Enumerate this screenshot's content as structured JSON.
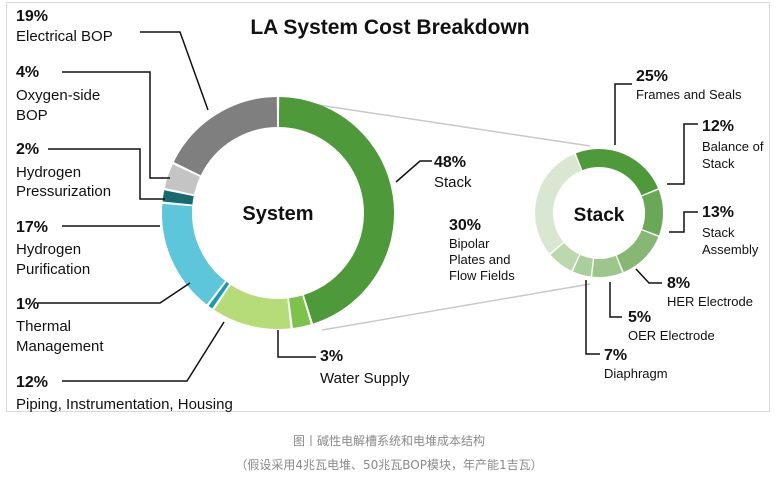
{
  "title": "LA System Cost Breakdown",
  "caption_line1": "图丨碱性电解槽系统和电堆成本结构",
  "caption_line2": "（假设采用4兆瓦电堆、50兆瓦BOP模块，年产能1吉瓦）",
  "chart_data": [
    {
      "type": "pie",
      "center_label": "System",
      "slices": [
        {
          "label": "Stack",
          "pct_text": "48%",
          "value": 48,
          "color": "#4e9a3a"
        },
        {
          "label": "Water Supply",
          "pct_text": "3%",
          "value": 3,
          "color": "#7dc24a"
        },
        {
          "label": "Piping, Instrumentation, Housing",
          "pct_text": "12%",
          "value": 12,
          "color": "#b5dc78"
        },
        {
          "label": "Thermal Management",
          "pct_text": "1%",
          "value": 1,
          "color": "#1a9ab0"
        },
        {
          "label": "Hydrogen Purification",
          "pct_text": "17%",
          "value": 17,
          "color": "#5ec6da"
        },
        {
          "label": "Hydrogen Pressurization",
          "pct_text": "2%",
          "value": 2,
          "color": "#176a70"
        },
        {
          "label": "Oxygen-side BOP",
          "pct_text": "4%",
          "value": 4,
          "color": "#c4c4c4"
        },
        {
          "label": "Electrical BOP",
          "pct_text": "19%",
          "value": 19,
          "color": "#7f7f7f"
        }
      ]
    },
    {
      "type": "pie",
      "center_label": "Stack",
      "slices": [
        {
          "label": "Frames and Seals",
          "pct_text": "25%",
          "value": 25,
          "color": "#4e9a3a"
        },
        {
          "label": "Balance of Stack",
          "pct_text": "12%",
          "value": 12,
          "color": "#6aa756"
        },
        {
          "label": "Stack Assembly",
          "pct_text": "13%",
          "value": 13,
          "color": "#86b874"
        },
        {
          "label": "HER Electrode",
          "pct_text": "8%",
          "value": 8,
          "color": "#9cc68c"
        },
        {
          "label": "OER Electrode",
          "pct_text": "5%",
          "value": 5,
          "color": "#aacf9c"
        },
        {
          "label": "Diaphragm",
          "pct_text": "7%",
          "value": 7,
          "color": "#bcd8ae"
        },
        {
          "label": "Bipolar Plates and Flow Fields",
          "pct_text": "30%",
          "value": 30,
          "color": "#d9e6d2"
        }
      ]
    }
  ]
}
